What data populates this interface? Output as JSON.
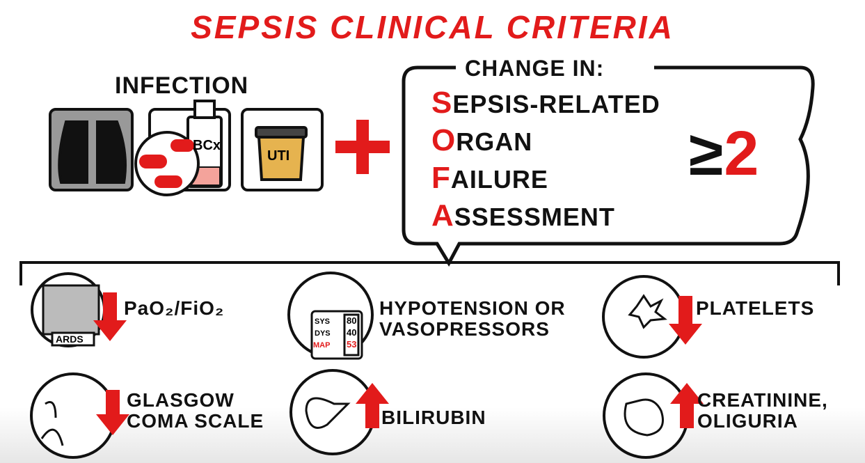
{
  "title": "SEPSIS CLINICAL CRITERIA",
  "infection": {
    "label": "INFECTION",
    "icons": [
      "chest-xray-icon",
      "blood-culture-icon",
      "urine-cup-icon"
    ],
    "bcx_label": "BCx",
    "uti_label": "UTI"
  },
  "plus": "+",
  "bubble": {
    "header": "CHANGE IN:",
    "rows": [
      {
        "letter": "S",
        "rest": "EPSIS-RELATED"
      },
      {
        "letter": "O",
        "rest": "RGAN"
      },
      {
        "letter": "F",
        "rest": "AILURE"
      },
      {
        "letter": "A",
        "rest": "SSESSMENT"
      }
    ],
    "ge": "≥",
    "threshold": "2"
  },
  "criteria": [
    {
      "label": "PaO₂/FiO₂",
      "direction": "down",
      "icon": "lungs-ards-icon",
      "icon_text": "ARDS"
    },
    {
      "label": "HYPOTENSION OR",
      "label2": "VASOPRESSORS",
      "direction": "none",
      "icon": "blood-pressure-monitor-icon",
      "monitor": {
        "sys": "SYS",
        "sys_val": "80",
        "dys": "DYS",
        "dys_val": "40",
        "map": "MAP",
        "map_val": "53"
      }
    },
    {
      "label": "PLATELETS",
      "direction": "down",
      "icon": "platelets-icon"
    },
    {
      "label": "GLASGOW",
      "label2": "COMA SCALE",
      "direction": "down",
      "icon": "face-icon"
    },
    {
      "label": "BILIRUBIN",
      "direction": "up",
      "icon": "liver-icon"
    },
    {
      "label": "CREATININE,",
      "label2": "OLIGURIA",
      "direction": "up",
      "icon": "kidney-icon"
    }
  ],
  "colors": {
    "accent": "#e21b1b",
    "ink": "#111111"
  }
}
